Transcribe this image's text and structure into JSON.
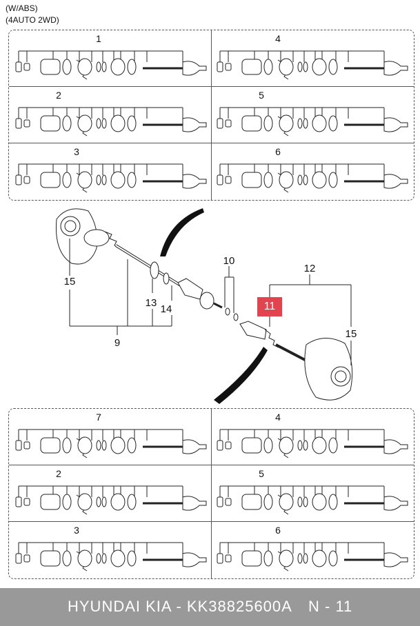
{
  "header": {
    "line1": "(W/ABS)",
    "line2": "(4AUTO 2WD)"
  },
  "upper_group": {
    "cells": [
      {
        "number": "1",
        "icon": "driveshaft-kit-icon"
      },
      {
        "number": "4",
        "icon": "driveshaft-kit-icon"
      },
      {
        "number": "2",
        "icon": "driveshaft-kit-icon"
      },
      {
        "number": "5",
        "icon": "driveshaft-kit-icon"
      },
      {
        "number": "3",
        "icon": "driveshaft-kit-icon"
      },
      {
        "number": "6",
        "icon": "driveshaft-kit-icon"
      }
    ]
  },
  "main_diagram": {
    "callouts": {
      "c15_left": "15",
      "c13": "13",
      "c14": "14",
      "c9": "9",
      "c10": "10",
      "c11": "11",
      "c12": "12",
      "c15_right": "15"
    },
    "highlight_color": "#e2444f"
  },
  "lower_group": {
    "cells": [
      {
        "number": "7",
        "icon": "driveshaft-kit-icon"
      },
      {
        "number": "4",
        "icon": "driveshaft-kit-icon"
      },
      {
        "number": "2",
        "icon": "driveshaft-kit-icon"
      },
      {
        "number": "5",
        "icon": "driveshaft-kit-icon"
      },
      {
        "number": "3",
        "icon": "driveshaft-kit-icon"
      },
      {
        "number": "6",
        "icon": "driveshaft-kit-icon"
      }
    ]
  },
  "footer": {
    "brand": "HYUNDAI  KIA - KK38825600A",
    "page": "N - 11",
    "background": "#999999"
  }
}
